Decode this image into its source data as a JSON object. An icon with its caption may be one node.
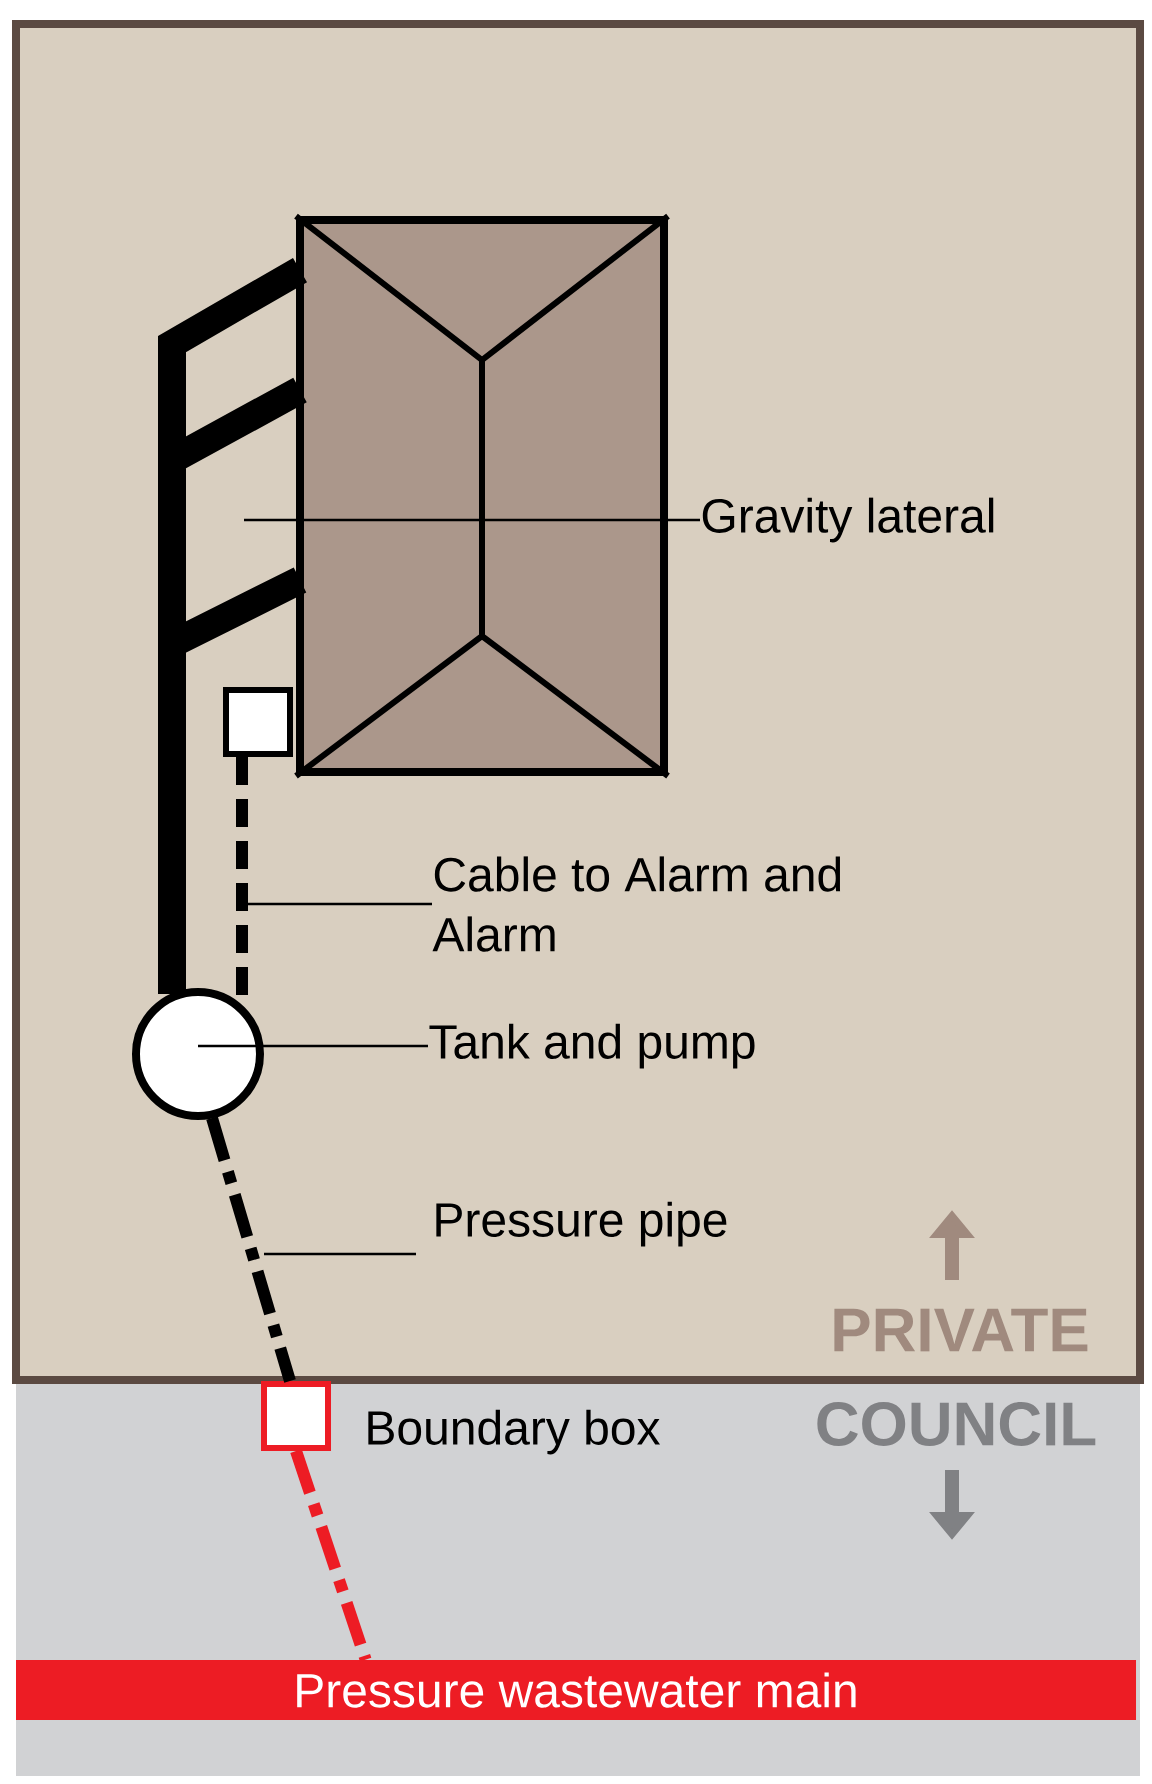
{
  "diagram": {
    "nodes": [
      {
        "text": [],
        "shape": "box"
      },
      {
        "text": [],
        "shape": "box"
      },
      {
        "text": [],
        "shape": "circle"
      },
      {
        "text": [],
        "shape": "box",
        "beside": [
          "Boundary box"
        ]
      },
      {
        "text": [
          "Pressure wastewater main"
        ]
      },
      {
        "text": [
          "Gravity lateral"
        ]
      },
      {
        "text": [
          "Cable to Alarm and Alarm"
        ]
      },
      {
        "text": [
          "Tank and pump"
        ]
      },
      {
        "text": [
          "Pressure pipe"
        ]
      }
    ],
    "edges": [
      {
        "from": 0,
        "to": 2,
        "arrow": "none",
        "style": "thick"
      },
      {
        "from": 1,
        "to": 2,
        "arrow": "none",
        "style": "dashed"
      },
      {
        "from": 2,
        "to": 3,
        "arrow": "none",
        "style": "dashed"
      },
      {
        "from": 3,
        "to": 4,
        "arrow": "none",
        "style": "dashed",
        "color": "#ed1c24"
      },
      {
        "from": 5,
        "to": null,
        "arrow": "none"
      },
      {
        "from": 6,
        "to": null,
        "arrow": "none"
      },
      {
        "from": 7,
        "to": 2,
        "arrow": "none"
      },
      {
        "from": 8,
        "to": null,
        "arrow": "none"
      }
    ],
    "labels": [
      "PRIVATE",
      "COUNCIL"
    ]
  }
}
